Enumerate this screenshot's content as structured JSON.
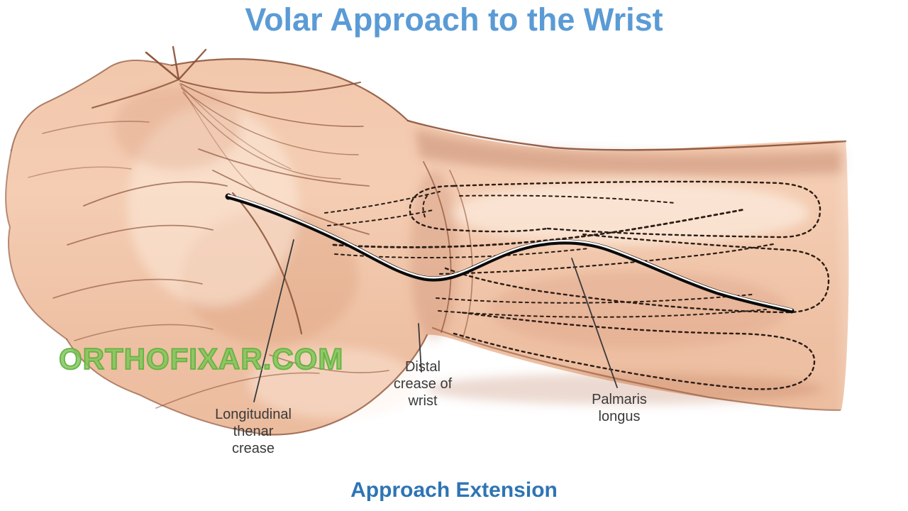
{
  "page": {
    "title": "Volar Approach to the Wrist",
    "caption": "Approach Extension",
    "watermark": "ORTHOFIXAR.COM"
  },
  "annotations": {
    "thenar": "Longitudinal\nthenar\ncrease",
    "distal": "Distal\ncrease of\nwrist",
    "palmaris": "Palmaris\nlongus"
  },
  "illustration": {
    "subject": "volar view of left hand, wrist and forearm with S-shaped skin incision",
    "incision_marker": "black line with white highlight from thenar crease across distal wrist crease onto forearm",
    "tendon_outlines": "dashed lines showing flexor tendons and three rounded muscle compartments on forearm"
  },
  "colors": {
    "title_blue": "#5B9BD5",
    "caption_blue": "#2E74B5",
    "watermark_green": "#60B23E",
    "skin_light": "#F7D7C0",
    "skin_mid": "#EFC2A5",
    "skin_shadow": "#D9A083",
    "outline_brown": "#8A5036",
    "tendon_dot_dark": "#2B1D14",
    "incision_black": "#0A0A0A",
    "label_gray": "#3A3A3A"
  }
}
